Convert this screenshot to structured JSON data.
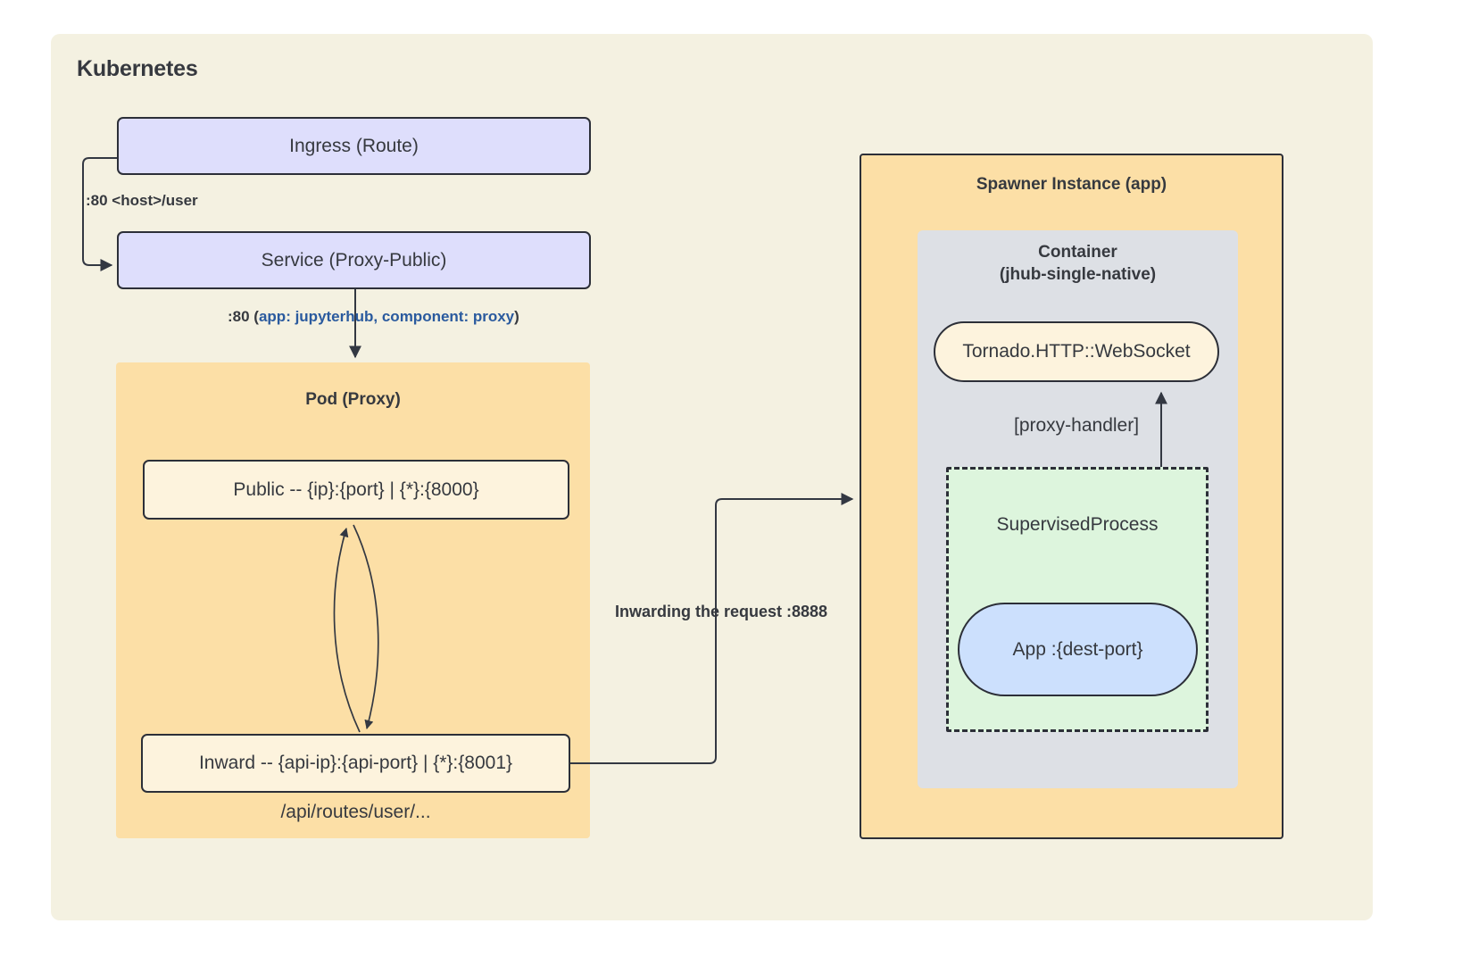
{
  "diagram": {
    "title": "Kubernetes",
    "colors": {
      "background": "#f4f1e1",
      "lavender_node": "#dedefc",
      "orange_group": "#fcdfa6",
      "gray_group": "#dde0e5",
      "green_dashed_group": "#ddf5dd",
      "cream_node": "#fdf3dd",
      "app_blue_node": "#cce0fd",
      "stroke": "#2c2f38",
      "accent_text": "#2a5a9e"
    }
  },
  "nodes": {
    "ingress": {
      "label": "Ingress (Route)"
    },
    "service": {
      "label": "Service (Proxy-Public)"
    },
    "pod_proxy": {
      "title": "Pod (Proxy)"
    },
    "public": {
      "label": "Public -- {ip}:{port} | {*}:{8000}"
    },
    "inward": {
      "label": "Inward -- {api-ip}:{api-port} | {*}:{8001}"
    },
    "spawner": {
      "title": "Spawner Instance (app)"
    },
    "container": {
      "title_line1": "Container",
      "title_line2": "(jhub-single-native)"
    },
    "websocket": {
      "label": "Tornado.HTTP::WebSocket"
    },
    "supervised_process": {
      "label": "SupervisedProcess"
    },
    "app": {
      "label": "App :{dest-port}"
    }
  },
  "edge_labels": {
    "ingress_to_service": ":80 <host>/user",
    "service_to_pod_prefix": ":80 (",
    "service_to_pod_accent": "app: jupyterhub, component: proxy",
    "service_to_pod_suffix": ")",
    "inward_route": "/api/routes/user/...",
    "inward_to_spawner": "Inwarding the request :8888",
    "proxy_handler": "[proxy-handler]"
  }
}
